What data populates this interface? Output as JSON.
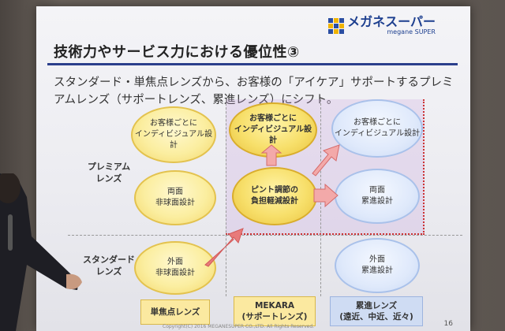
{
  "logo": {
    "main": "メガネスーパー",
    "sub": "megane SUPER"
  },
  "title": "技術力やサービス力における優位性③",
  "lead": "スタンダード・単焦点レンズから、お客様の「アイケア」サポートするプレミアムレンズ（サポートレンズ、累進レンズ）にシフト。",
  "bands": {
    "premium": "プレミアム\nレンズ",
    "standard": "スタンダード\nレンズ"
  },
  "ellipses": {
    "y_top": "お客様ごとに\nインディビジュアル設計",
    "y_mid": "両面\n非球面設計",
    "y_bot": "外面\n非球面設計",
    "m_top": "お客様ごとに\nインディビジュアル設計",
    "m_mid": "ピント調節の\n負担軽減設計",
    "b_top": "お客様ごとに\nインディビジュアル設計",
    "b_mid": "両面\n累進設計",
    "b_bot": "外面\n累進設計"
  },
  "categories": {
    "single": "単焦点レンズ",
    "mekara": "MEKARA\n(サポートレンズ)",
    "progressive": "累進レンズ\n(遠近、中近、近々)"
  },
  "footer": "Copyright(C) 2016 MEGANESUPER CO.,LTD. All Rights Reserved.",
  "page_number": "16",
  "colors": {
    "accent_blue": "#2b3f8c",
    "arrow_red": "#e87a7a",
    "yellow": "#fbeea0",
    "light_blue": "#dfe9fb"
  }
}
